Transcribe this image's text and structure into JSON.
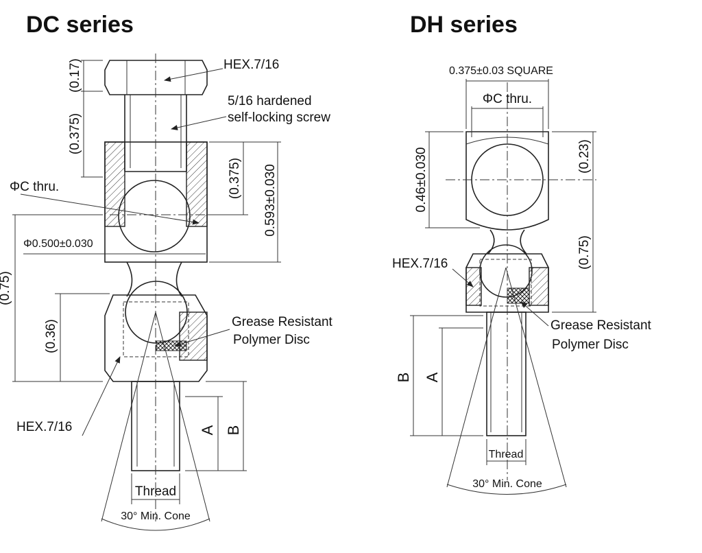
{
  "dc": {
    "title": "DC series",
    "hex_top": "HEX.7/16",
    "screw_line1": "5/16 hardened",
    "screw_line2": "self-locking screw",
    "dim_017": "(0.17)",
    "dim_0375a": "(0.375)",
    "dim_0375b": "(0.375)",
    "dim_0593": "0.593±0.030",
    "phi_c": "ΦC thru.",
    "phi_500": "Φ0.500±0.030",
    "dim_075": "(0.75)",
    "dim_036": "(0.36)",
    "grease_line1": "Grease Resistant",
    "grease_line2": "Polymer Disc",
    "hex_bottom": "HEX.7/16",
    "dim_a": "A",
    "dim_b": "B",
    "thread": "Thread",
    "cone": "30° Min. Cone"
  },
  "dh": {
    "title": "DH series",
    "square": "0.375±0.03 SQUARE",
    "phi_c": "ΦC thru.",
    "dim_046": "0.46±0.030",
    "dim_023": "(0.23)",
    "dim_075": "(0.75)",
    "hex": "HEX.7/16",
    "grease_line1": "Grease Resistant",
    "grease_line2": "Polymer Disc",
    "dim_b": "B",
    "dim_a": "A",
    "thread": "Thread",
    "cone": "30° Min. Cone"
  }
}
